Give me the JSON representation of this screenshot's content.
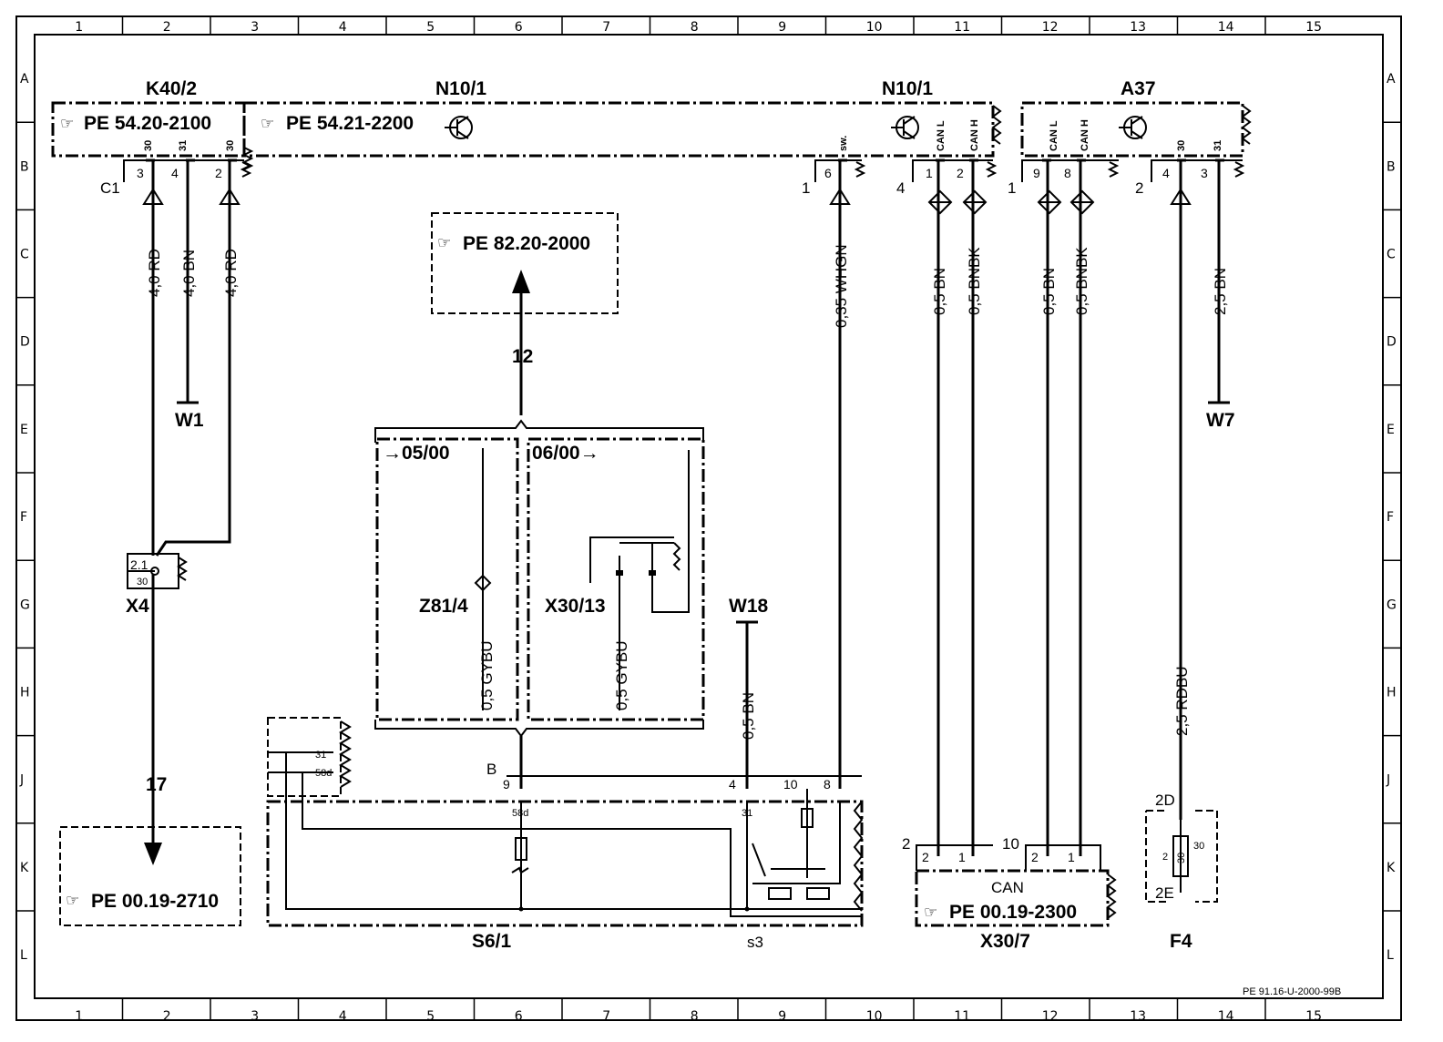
{
  "grid": {
    "columns": [
      "1",
      "2",
      "3",
      "4",
      "5",
      "6",
      "7",
      "8",
      "9",
      "10",
      "11",
      "12",
      "13",
      "14",
      "15"
    ],
    "rows": [
      "A",
      "B",
      "C",
      "D",
      "E",
      "F",
      "G",
      "H",
      "J",
      "K",
      "L"
    ]
  },
  "components": {
    "k40_2": {
      "name": "K40/2",
      "ref": "PE  54.20-2100",
      "connector": "C1"
    },
    "n10_1_left": {
      "name": "N10/1",
      "ref": "PE  54.21-2200"
    },
    "n10_1_right": {
      "name": "N10/1"
    },
    "a37": {
      "name": "A37"
    },
    "pe_82": {
      "ref": "PE  82.20-2000"
    },
    "x4": {
      "name": "X4",
      "pin": "2.1",
      "term": "30"
    },
    "w1": {
      "name": "W1"
    },
    "w7": {
      "name": "W7"
    },
    "w18": {
      "name": "W18"
    },
    "z81_4": {
      "name": "Z81/4"
    },
    "x30_13": {
      "name": "X30/13"
    },
    "s6_1": {
      "name": "S6/1",
      "sub": "s3"
    },
    "x30_7": {
      "name": "X30/7",
      "ref": "PE  00.19-2300",
      "can": "CAN"
    },
    "f4": {
      "name": "F4",
      "top": "2D",
      "bottom": "2E",
      "fuse": "30"
    },
    "pe_00_2710": {
      "ref": "PE  00.19-2710"
    }
  },
  "variants": {
    "left": "05/00",
    "right": "06/00"
  },
  "wires": {
    "k40_a": "4,0  RD",
    "k40_b": "4,0  BN",
    "k40_c": "4,0  RD",
    "n10_sw": "0,35  WHGN",
    "can1_l": "0,5  BN",
    "can1_h": "0,5  BNBK",
    "can2_l": "0,5  BN",
    "can2_h": "0,5  BNBK",
    "a37_31": "2,5  BN",
    "z81": "0,5  GYBU",
    "x30_13": "0,5  GYBU",
    "w18": "0,5  BN",
    "f4": "2,5  RDBU"
  },
  "pins": {
    "k40_30a": "30",
    "k40_31": "31",
    "k40_30b": "30",
    "k40_n3": "3",
    "k40_n4": "4",
    "k40_n2": "2",
    "n10_sw": "sw.",
    "n10_n6": "6",
    "n10_g1": "1",
    "n10_canl": "CAN L",
    "n10_canh": "CAN H",
    "n10_n1": "1",
    "n10_n2": "2",
    "n10_g4": "4",
    "a37_canl": "CAN L",
    "a37_canh": "CAN H",
    "a37_n9": "9",
    "a37_n8": "8",
    "a37_g1": "1",
    "a37_30": "30",
    "a37_31": "31",
    "a37_n4": "4",
    "a37_n3": "3",
    "a37_g2": "2",
    "s6_31": "31",
    "s6_58d": "58d",
    "s6_b": "B",
    "s6_n9": "9",
    "s6_58d_b": "58d",
    "s6_n4": "4",
    "s6_31_b": "31",
    "s6_n10": "10",
    "s6_n8": "8",
    "x307_g2": "2",
    "x307_n2": "2",
    "x307_n1": "1",
    "x307_g10": "10",
    "x307_n2b": "2",
    "x307_n1b": "1",
    "f4_n2": "2"
  },
  "arrows": {
    "up": "12",
    "down": "17"
  },
  "footer": "PE 91.16-U-2000-99B"
}
